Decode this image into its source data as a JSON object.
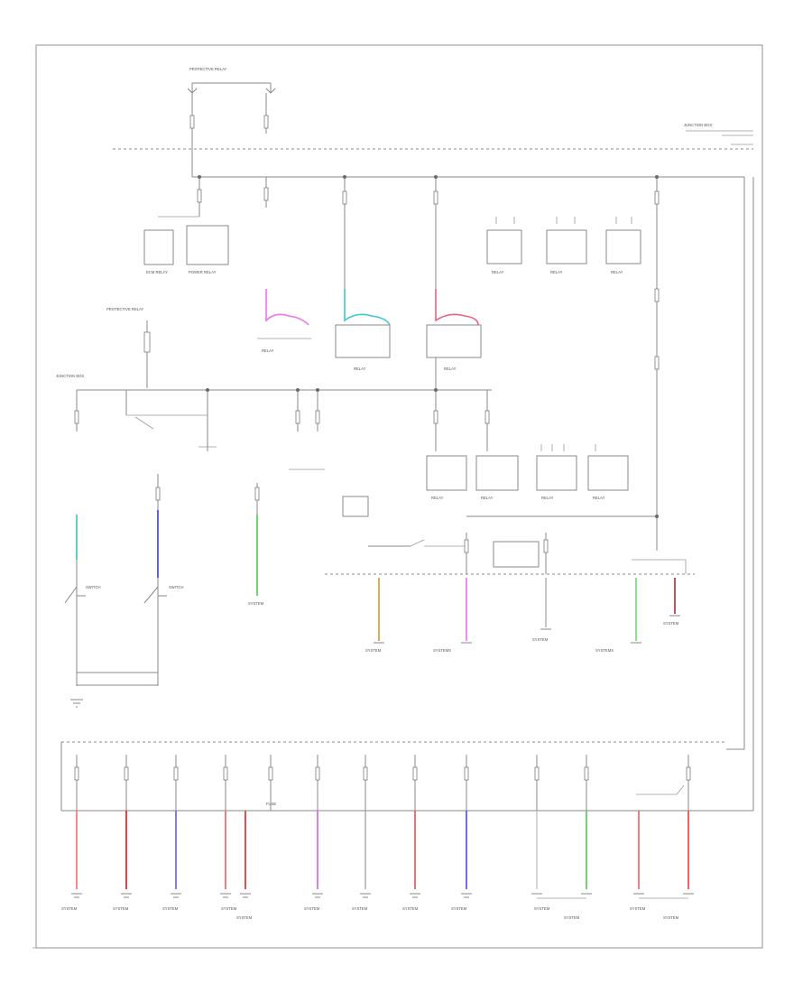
{
  "diagram": {
    "labels": {
      "top_relay": "PROTECTIVE RELAY",
      "right_bus_note": "JUNCTION BOX",
      "left_mid_relay": "PROTECTIVE RELAY",
      "left_bus_label": "JUNCTION BOX",
      "bottom_corner": "FUSE"
    },
    "relay_boxes": [
      {
        "label": "ECM RELAY"
      },
      {
        "label": "POWER RELAY"
      },
      {
        "label": "RELAY"
      },
      {
        "label": "RELAY"
      },
      {
        "label": "RELAY"
      }
    ],
    "colored_relays": [
      {
        "label": "RELAY",
        "wire_color": "#e878e8"
      },
      {
        "label": "RELAY",
        "wire_color": "#40c8d0"
      },
      {
        "label": "RELAY",
        "wire_color": "#f06080"
      }
    ],
    "mid_relays": [
      {
        "label": "RELAY"
      },
      {
        "label": "RELAY"
      },
      {
        "label": "RELAY"
      },
      {
        "label": "RELAY"
      }
    ],
    "bottom_systems": [
      {
        "label": "SYSTEM",
        "wire_color": "#f08080"
      },
      {
        "label": "SYSTEM",
        "wire_color": "#e03030"
      },
      {
        "label": "SYSTEM",
        "wire_color": "#7070e0"
      },
      {
        "label": "SYSTEM",
        "wire_color": "#f07070"
      },
      {
        "label": "SYSTEM",
        "wire_color": "#e05050"
      },
      {
        "label": "SYSTEM",
        "wire_color": "#e070e0"
      },
      {
        "label": "SYSTEM",
        "wire_color": "#999999"
      },
      {
        "label": "SYSTEM",
        "wire_color": "#f06060"
      },
      {
        "label": "SYSTEM",
        "wire_color": "#6060e0"
      },
      {
        "label": "SYSTEM",
        "wire_color": "#bbbbbb"
      },
      {
        "label": "SYSTEM",
        "wire_color": "#60d060"
      },
      {
        "label": "SYSTEM",
        "wire_color": "#f07070"
      },
      {
        "label": "SYSTEM",
        "wire_color": "#f05050"
      }
    ],
    "mid_wires": [
      {
        "label": "SYSTEM",
        "wire_color": "#e0a040"
      },
      {
        "label": "SYSTEMS",
        "wire_color": "#f080f0"
      },
      {
        "label": "SYSTEM",
        "wire_color": "#a0a0a0"
      },
      {
        "label": "SYSTEMS",
        "wire_color": "#80e080"
      },
      {
        "label": "SYSTEM",
        "wire_color": "#c04040"
      }
    ],
    "left_switches": [
      {
        "label": "SWITCH",
        "wire_color": "#50c8c0"
      },
      {
        "label": "SWITCH",
        "wire_color": "#5050e0"
      },
      {
        "label": "SYSTEM",
        "wire_color": "#60d060"
      }
    ]
  }
}
